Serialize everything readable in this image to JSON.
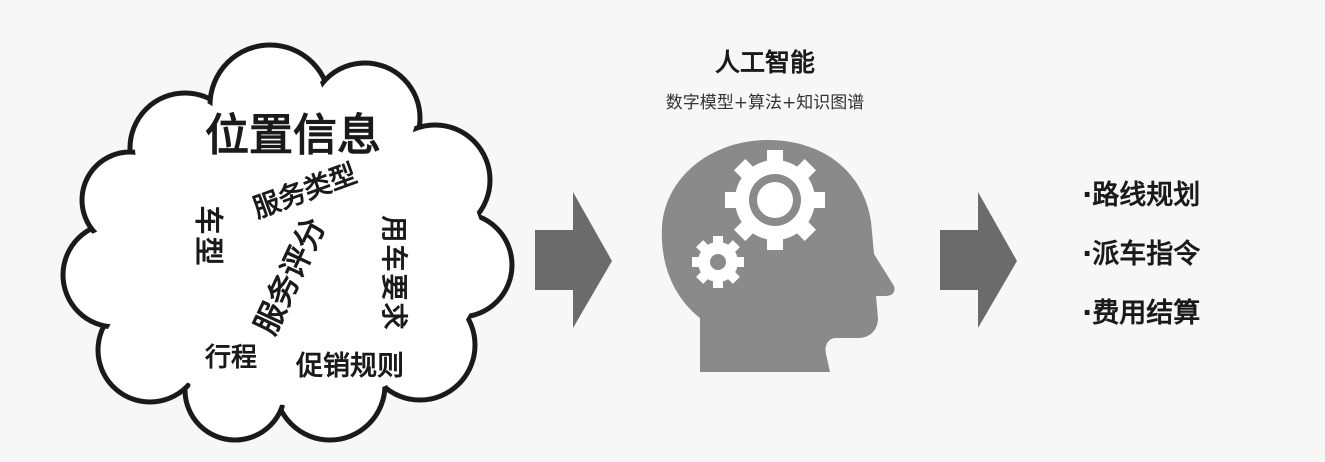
{
  "cloud": {
    "words": {
      "location": "位置信息",
      "car_type": "车型",
      "service_type": "服务类型",
      "service_rating": "服务评分",
      "car_requirement": "用车要求",
      "trip": "行程",
      "promotion_rules": "促销规则"
    }
  },
  "ai": {
    "title": "人工智能",
    "subtitle": "数字模型+算法+知识图谱"
  },
  "outputs": [
    {
      "label": "·路线规划"
    },
    {
      "label": "·派车指令"
    },
    {
      "label": "·费用结算"
    }
  ],
  "colors": {
    "arrow": "#6b6b6b",
    "head": "#8a8a8a",
    "gear": "#ffffff",
    "text": "#1a1a1a"
  },
  "icons": {
    "head": "human-head-with-gears-icon",
    "arrows": "right-arrow-icon"
  }
}
